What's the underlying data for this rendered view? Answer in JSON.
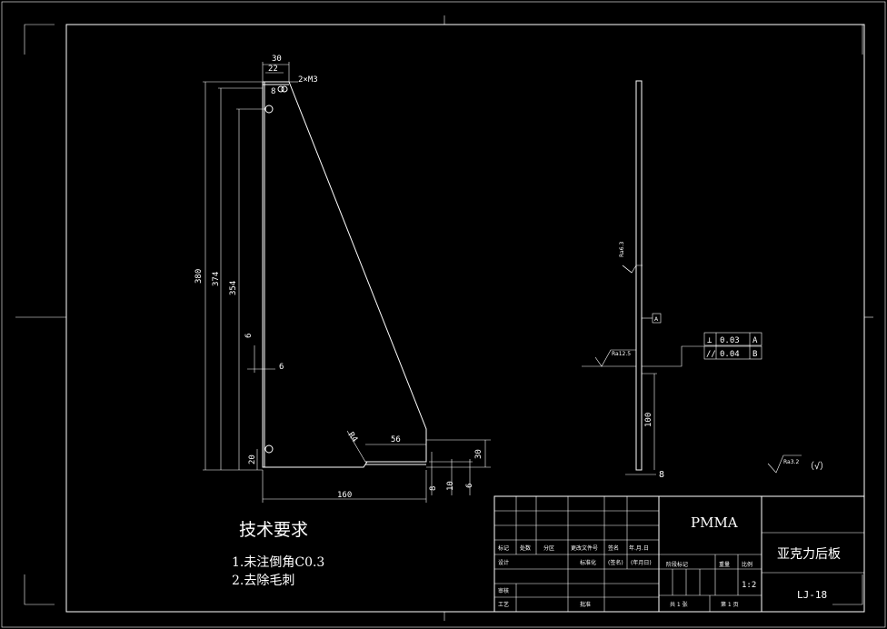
{
  "drawing": {
    "front_view": {
      "dimensions": {
        "top_width": "30",
        "top_inner": "22",
        "hole_spec": "2×M3",
        "hole_offset": "8",
        "height_total": "380",
        "height_374": "374",
        "height_354": "354",
        "gap_small": "6",
        "gap_side": "6",
        "bottom_20": "20",
        "radius": "R4",
        "foot_56": "56",
        "foot_30": "30",
        "bottom_8": "8",
        "bottom_10": "10",
        "bottom_6": "6",
        "base_160": "160"
      }
    },
    "side_view": {
      "roughness_1": "Ra6.3",
      "roughness_2": "Ra12.5",
      "datum_label": "A",
      "tolerances": [
        {
          "symbol": "⊥",
          "value": "0.03",
          "datum": "A"
        },
        {
          "symbol": "//",
          "value": "0.04",
          "datum": "B"
        }
      ],
      "dim_100": "100",
      "dim_8": "8",
      "general_roughness": "Ra3.2",
      "general_roughness_suffix": "（√）"
    },
    "notes": {
      "title": "技术要求",
      "items": [
        "1.未注倒角C0.3",
        "2.去除毛刺"
      ]
    },
    "title_block": {
      "material": "PMMA",
      "part_name": "亚克力后板",
      "drawing_no": "LJ-18",
      "scale": "1:2",
      "labels": {
        "mark": "标记",
        "count": "处数",
        "zone": "分区",
        "change_doc": "更改文件号",
        "sign": "签名",
        "date": "年.月.日",
        "design": "设计",
        "standardize": "标准化",
        "signature": "(签名)",
        "ymd": "(年月日)",
        "stage_mark": "阶段标记",
        "weight": "重量",
        "scale_label": "比例",
        "review": "审核",
        "process": "工艺",
        "approve": "批准",
        "sheets_total": "共 1 张",
        "sheet_no": "第 1 页"
      }
    }
  }
}
